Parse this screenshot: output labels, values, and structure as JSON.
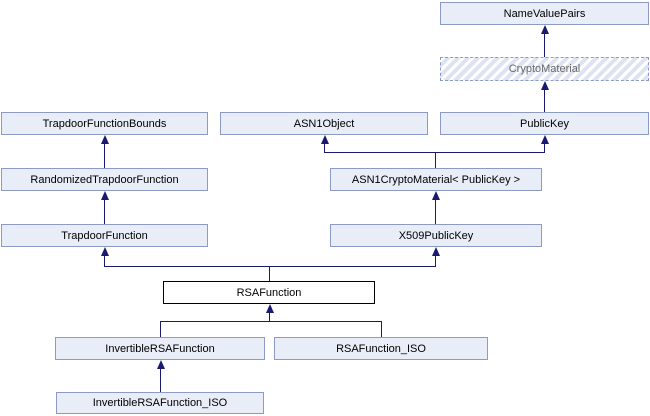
{
  "diagram": {
    "kind": "class-inheritance-graph",
    "focus_class": "RSAFunction",
    "colors": {
      "background": "#ffffff",
      "node_fill": "#e8edf7",
      "node_border": "#8b9bc6",
      "hatch_stripe": "#dde3f3",
      "muted_text": "#696969",
      "edge": "#191970",
      "highlight_fill": "#ffffff",
      "highlight_border": "#000000"
    },
    "nodes": [
      {
        "id": "NameValuePairs",
        "label": "NameValuePairs",
        "style": "normal"
      },
      {
        "id": "CryptoMaterial",
        "label": "CryptoMaterial",
        "style": "dashed-hatched"
      },
      {
        "id": "TrapdoorFunctionBounds",
        "label": "TrapdoorFunctionBounds",
        "style": "normal"
      },
      {
        "id": "ASN1Object",
        "label": "ASN1Object",
        "style": "normal"
      },
      {
        "id": "PublicKey",
        "label": "PublicKey",
        "style": "normal"
      },
      {
        "id": "RandomizedTrapdoorFunction",
        "label": "RandomizedTrapdoorFunction",
        "style": "normal"
      },
      {
        "id": "ASN1CryptoMaterialPublicKey",
        "label": "ASN1CryptoMaterial< PublicKey >",
        "style": "normal"
      },
      {
        "id": "TrapdoorFunction",
        "label": "TrapdoorFunction",
        "style": "normal"
      },
      {
        "id": "X509PublicKey",
        "label": "X509PublicKey",
        "style": "normal"
      },
      {
        "id": "RSAFunction",
        "label": "RSAFunction",
        "style": "highlight"
      },
      {
        "id": "InvertibleRSAFunction",
        "label": "InvertibleRSAFunction",
        "style": "normal"
      },
      {
        "id": "RSAFunction_ISO",
        "label": "RSAFunction_ISO",
        "style": "normal"
      },
      {
        "id": "InvertibleRSAFunction_ISO",
        "label": "InvertibleRSAFunction_ISO",
        "style": "normal"
      }
    ],
    "edges": [
      {
        "from": "CryptoMaterial",
        "to": "NameValuePairs"
      },
      {
        "from": "PublicKey",
        "to": "CryptoMaterial"
      },
      {
        "from": "RandomizedTrapdoorFunction",
        "to": "TrapdoorFunctionBounds"
      },
      {
        "from": "TrapdoorFunction",
        "to": "RandomizedTrapdoorFunction"
      },
      {
        "from": "ASN1CryptoMaterialPublicKey",
        "to": "ASN1Object"
      },
      {
        "from": "ASN1CryptoMaterialPublicKey",
        "to": "PublicKey"
      },
      {
        "from": "X509PublicKey",
        "to": "ASN1CryptoMaterialPublicKey"
      },
      {
        "from": "RSAFunction",
        "to": "TrapdoorFunction"
      },
      {
        "from": "RSAFunction",
        "to": "X509PublicKey"
      },
      {
        "from": "InvertibleRSAFunction",
        "to": "RSAFunction"
      },
      {
        "from": "RSAFunction_ISO",
        "to": "RSAFunction"
      },
      {
        "from": "InvertibleRSAFunction_ISO",
        "to": "InvertibleRSAFunction"
      }
    ]
  }
}
